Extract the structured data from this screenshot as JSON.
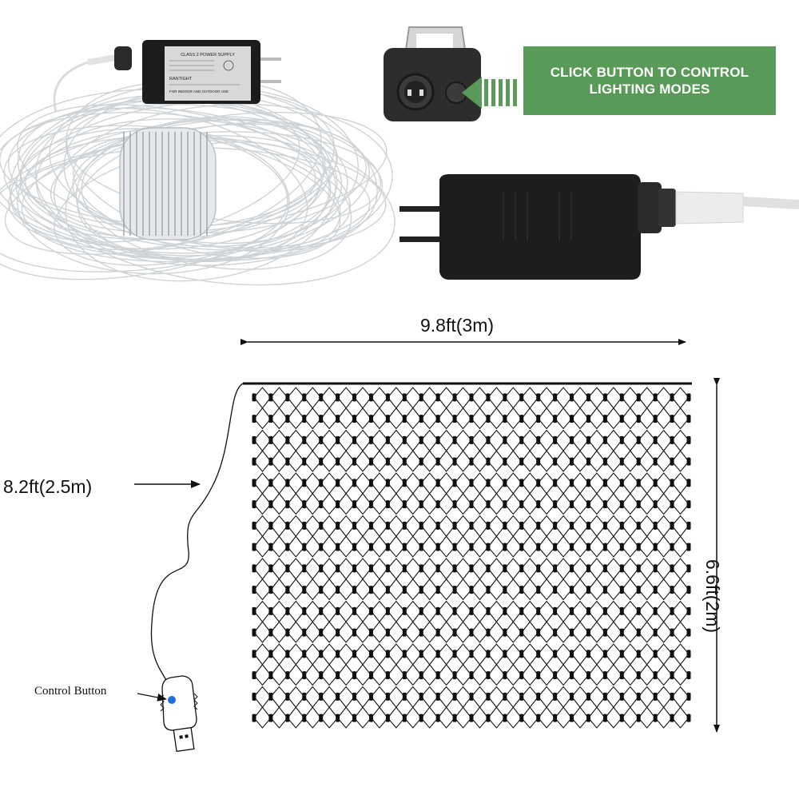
{
  "callout": {
    "text": "CLICK BUTTON TO CONTROL LIGHTING MODES",
    "color": "#5a9a59"
  },
  "adapter_label": {
    "line1": "CLASS 2 POWER SUPPLY",
    "line2": "RANTIGHT",
    "line3": "FOR INDOOR AND OUTDOOR USE"
  },
  "dimensions": {
    "width": "9.8ft(3m)",
    "lead": "8.2ft(2.5m)",
    "height": "6.6ft(2m)"
  },
  "control_label": "Control Button",
  "icons": [
    "power-adapter-icon",
    "coiled-wire-icon",
    "button-connector-icon",
    "arrow-icon",
    "usb-plug-icon",
    "net-light-icon"
  ]
}
